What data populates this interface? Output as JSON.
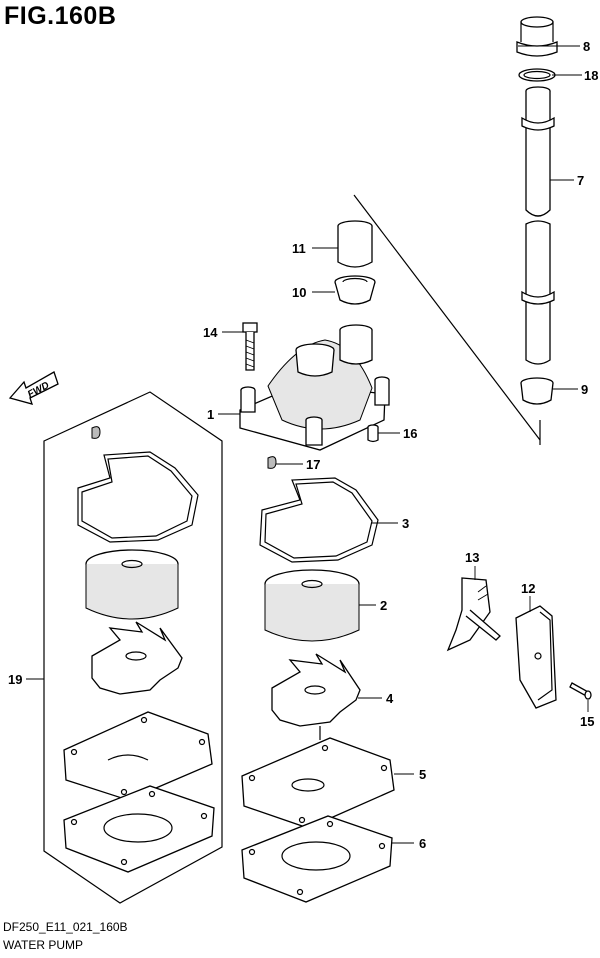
{
  "figure": {
    "title": "FIG.160B",
    "code": "DF250_E11_021_160B",
    "name": "WATER PUMP",
    "fwd_label": "FWD"
  },
  "callouts": {
    "c1": "1",
    "c2": "2",
    "c3": "3",
    "c4": "4",
    "c5": "5",
    "c6": "6",
    "c7": "7",
    "c8": "8",
    "c9": "9",
    "c10": "10",
    "c11": "11",
    "c12": "12",
    "c13": "13",
    "c14": "14",
    "c15": "15",
    "c16": "16",
    "c17": "17",
    "c18": "18",
    "c19": "19"
  }
}
